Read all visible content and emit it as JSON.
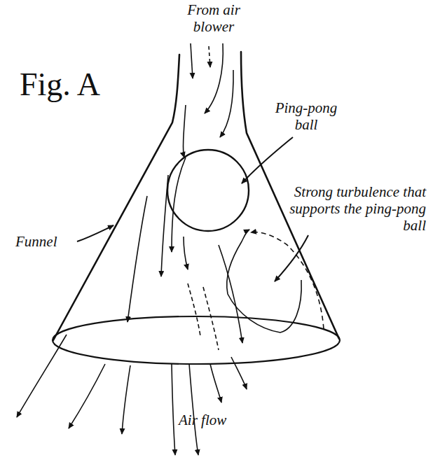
{
  "diagram": {
    "labels": [
      "From air blower",
      "Fig. A",
      "Ping-pong ball",
      "Strong turbulence that supports the ping-pong ball",
      "Funnel",
      "Air flow"
    ]
  }
}
